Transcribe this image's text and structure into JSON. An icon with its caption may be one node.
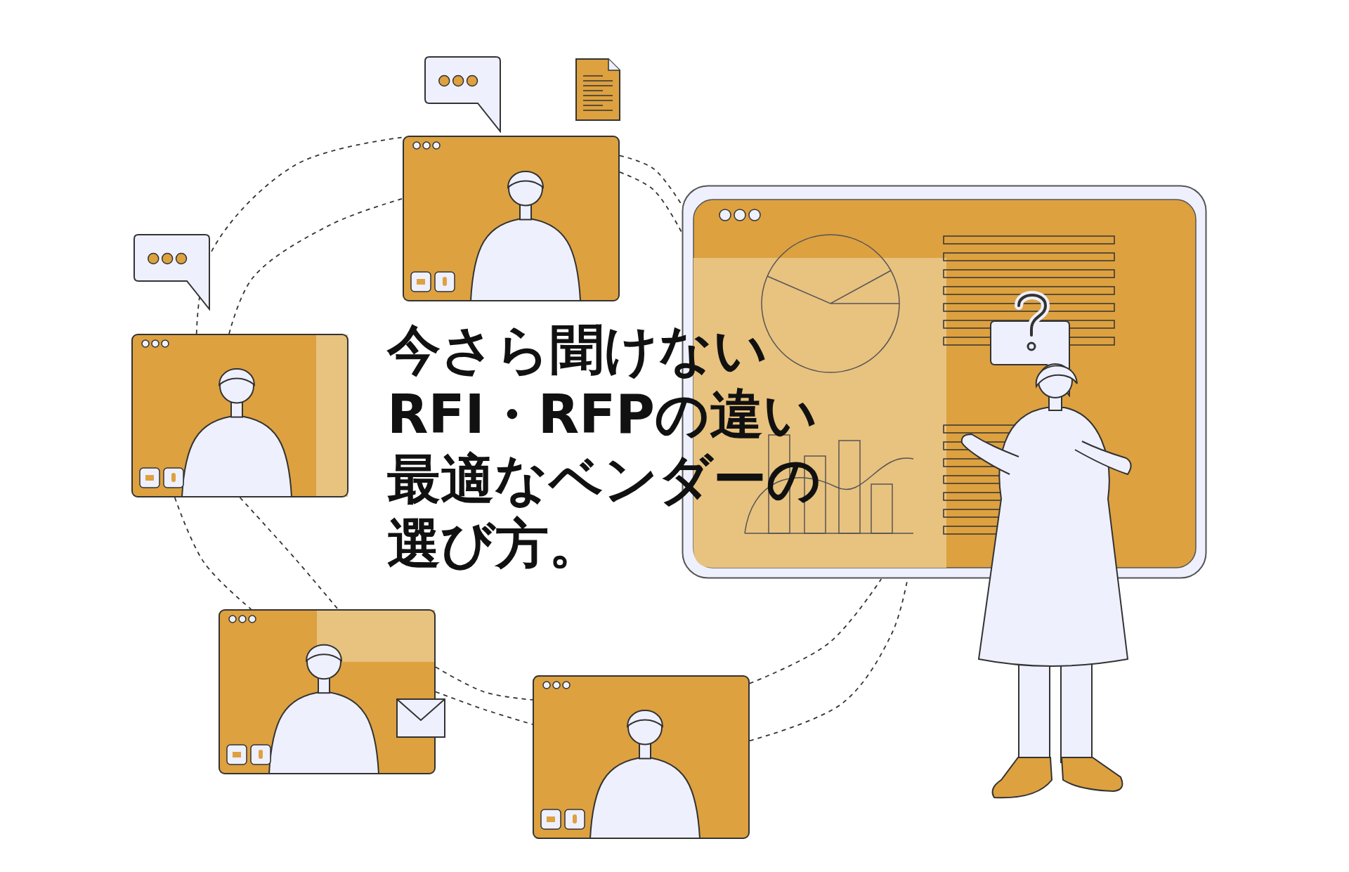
{
  "diagram": {
    "title": "今さら聞けないRFI・RFPの違い最適なベンダーの選び方。",
    "nodes": [
      {
        "text": [],
        "shape": "picture"
      },
      {
        "text": [],
        "shape": "picture"
      },
      {
        "text": [],
        "shape": "picture"
      },
      {
        "text": [],
        "shape": "picture"
      },
      {
        "text": [],
        "shape": "picture"
      }
    ],
    "edges": [
      {
        "from": 0,
        "to": 1,
        "arrow": "none",
        "style": "dashed"
      },
      {
        "from": 0,
        "to": 1,
        "arrow": "none",
        "style": "dashed"
      },
      {
        "from": 2,
        "to": 0,
        "arrow": "none",
        "style": "dashed"
      },
      {
        "from": 2,
        "to": 0,
        "arrow": "none",
        "style": "dashed"
      },
      {
        "from": 2,
        "to": 3,
        "arrow": "none",
        "style": "dashed"
      },
      {
        "from": 2,
        "to": 3,
        "arrow": "none",
        "style": "dashed"
      },
      {
        "from": 3,
        "to": 4,
        "arrow": "none",
        "style": "dashed"
      },
      {
        "from": 3,
        "to": 4,
        "arrow": "none",
        "style": "dashed"
      },
      {
        "from": 4,
        "to": 1,
        "arrow": "none",
        "style": "dashed"
      },
      {
        "from": 4,
        "to": 1,
        "arrow": "none",
        "style": "dashed"
      }
    ]
  }
}
